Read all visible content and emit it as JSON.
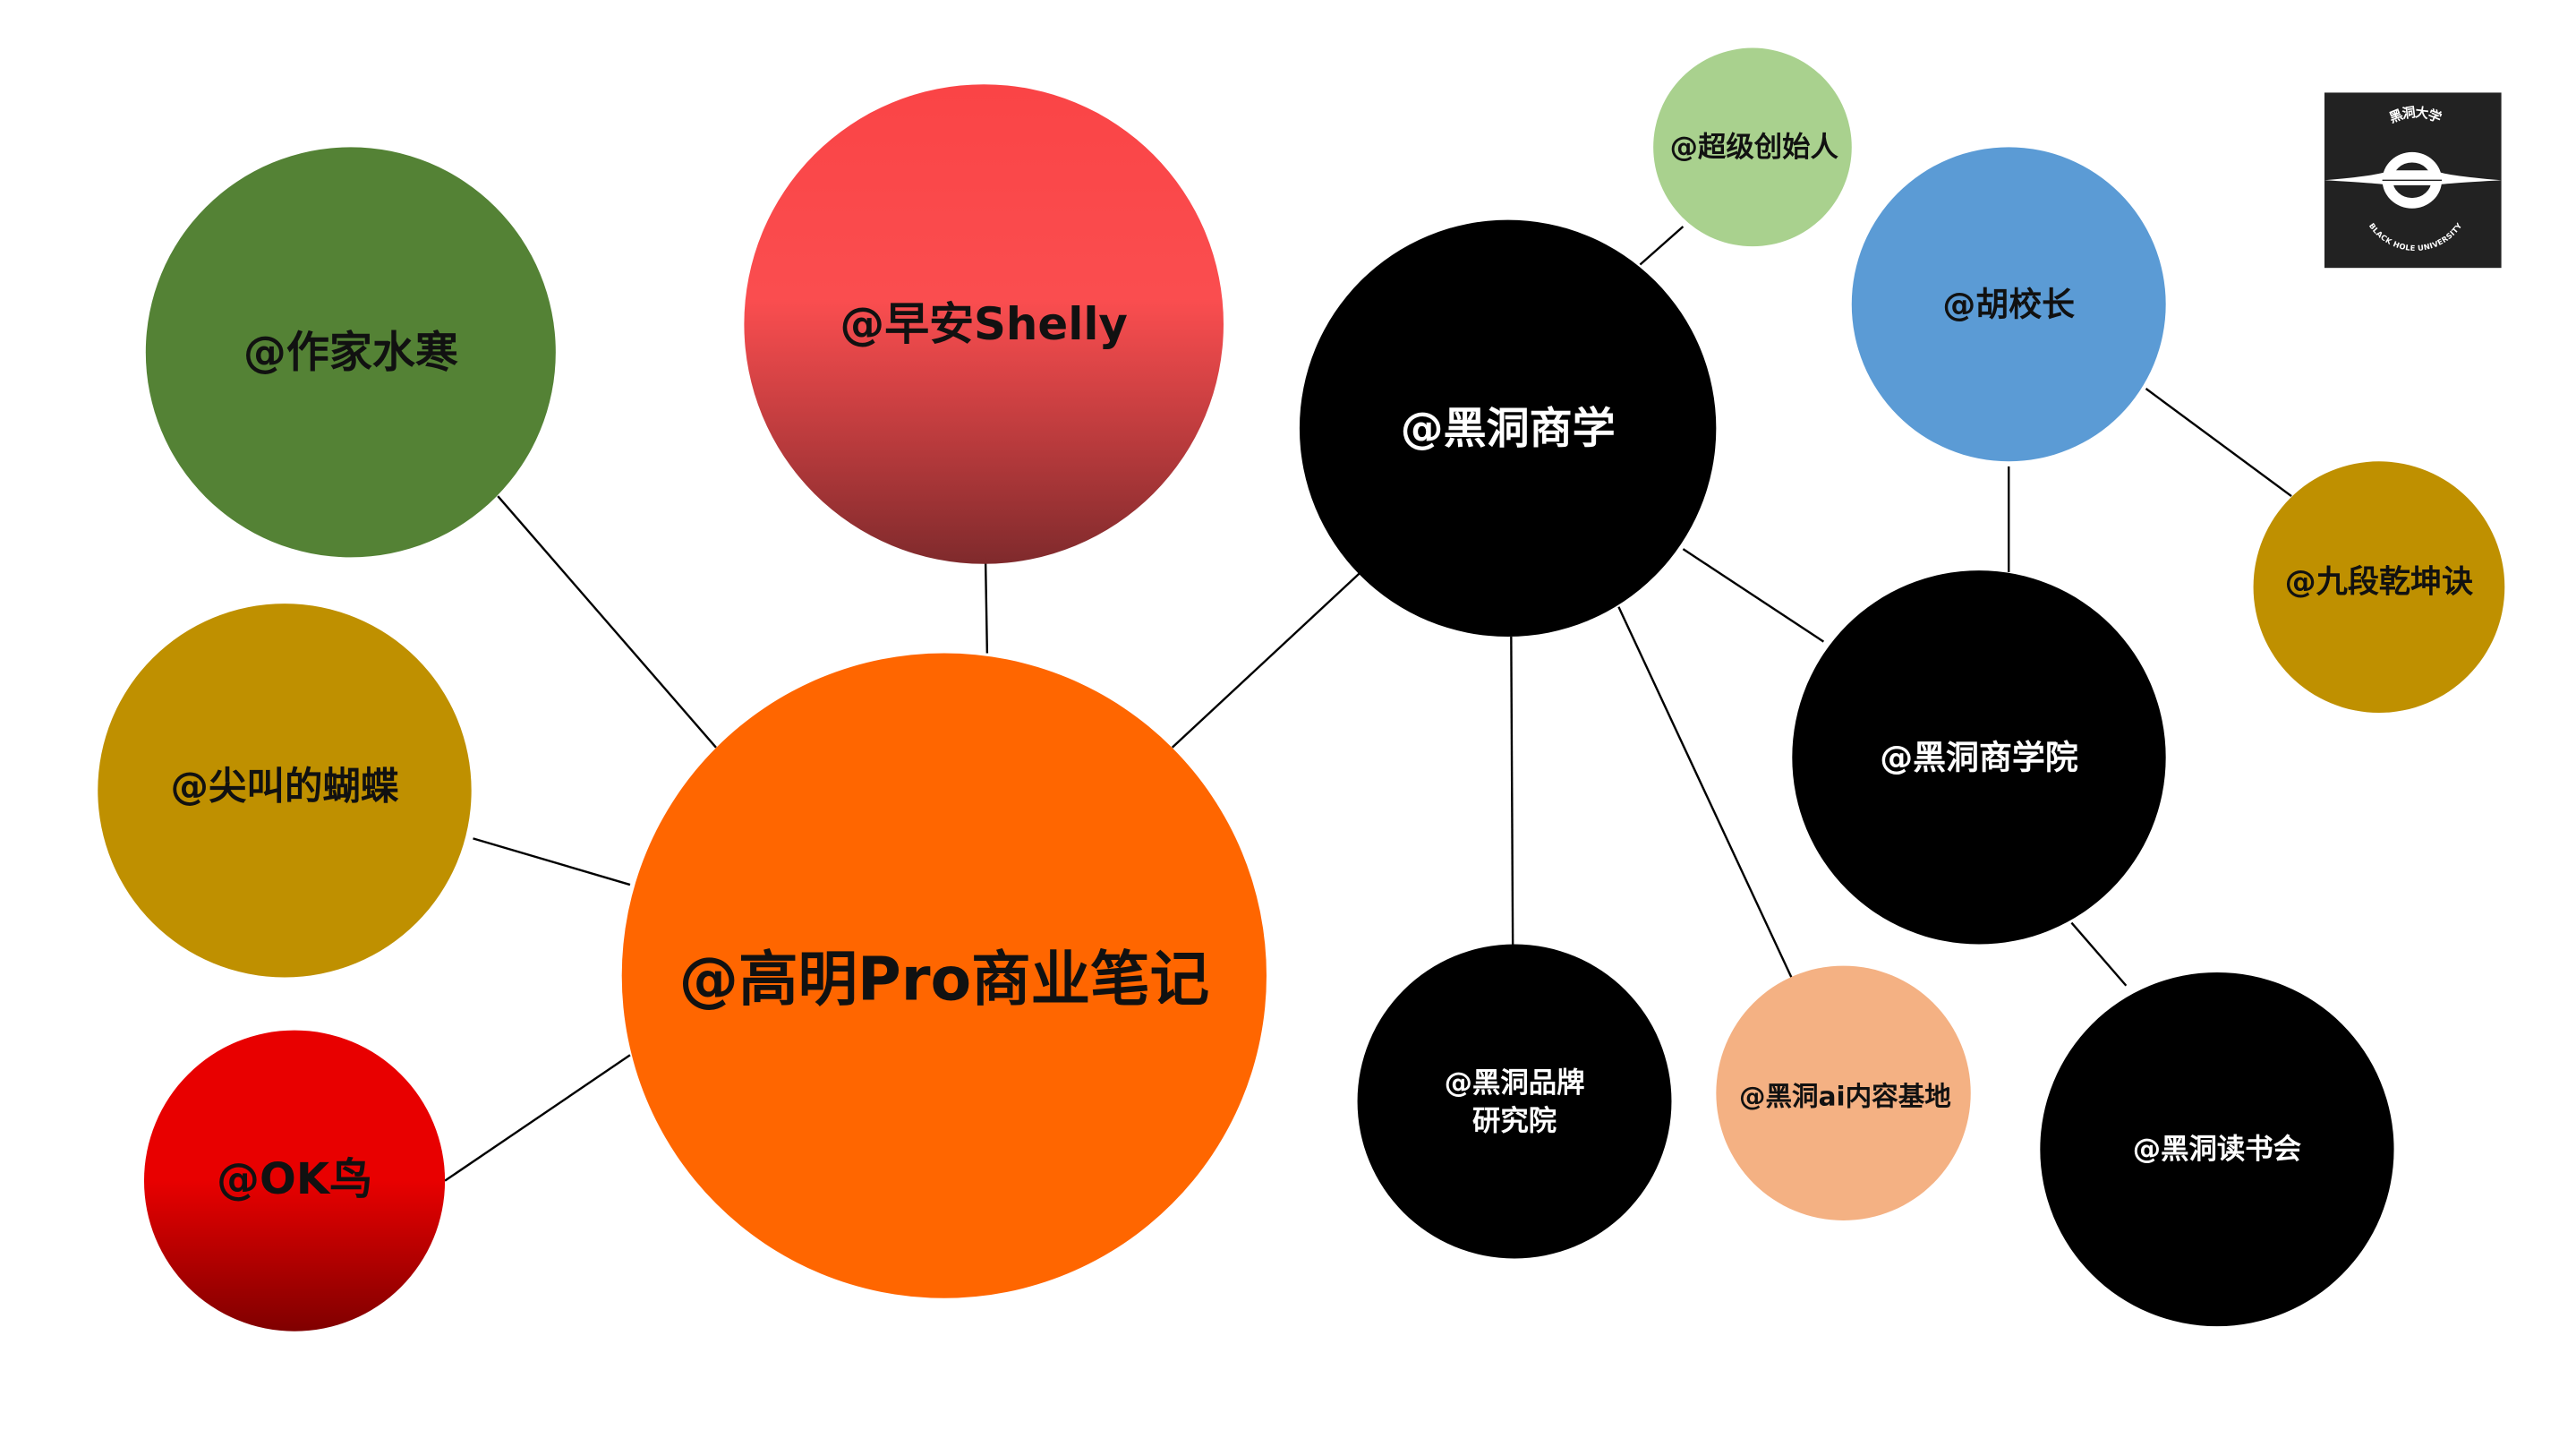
{
  "colors": {
    "green": "#548235",
    "light_green": "#a9d18e",
    "blue": "#5b9bd5",
    "gold": "#bf9000",
    "orange": "#ff6600",
    "peach": "#f4b183",
    "black": "#000000",
    "red_top": "#fa4446",
    "red_bottom": "#7f2a2c",
    "okred_top": "#e80000",
    "okred_bottom": "#800000",
    "logo_bg": "#222222"
  },
  "nodes": {
    "writer": "@作家水寒",
    "shelly": "@早安Shelly",
    "heidong_business": "@黑洞商学",
    "super_founder": "@超级创始人",
    "principal_hu": "@胡校长",
    "jiuduan": "@九段乾坤诀",
    "heidong_school": "@黑洞商学院",
    "butterfly": "@尖叫的蝴蝶",
    "center": "@高明Pro商业笔记",
    "ok_bird": "@OK鸟",
    "brand_institute_1": "@黑洞品牌",
    "brand_institute_2": "研究院",
    "ai_base": "@黑洞ai内容基地",
    "book_club": "@黑洞读书会"
  },
  "logo": {
    "title_cn": "黑洞大学",
    "title_en": "BLACK HOLE UNIVERSITY"
  }
}
